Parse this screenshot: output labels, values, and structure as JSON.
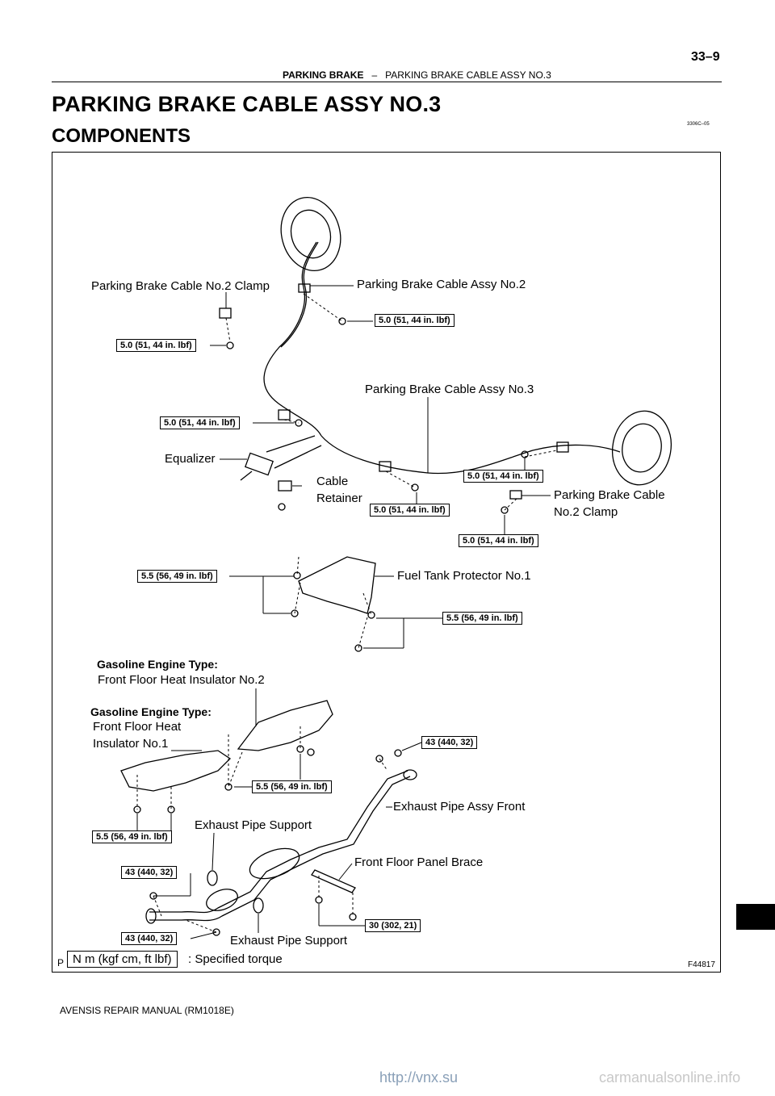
{
  "header": {
    "page_number": "33–9",
    "section": "PARKING BRAKE",
    "separator": "–",
    "subsection": "PARKING BRAKE CABLE ASSY NO.3"
  },
  "title": "PARKING BRAKE CABLE ASSY NO.3",
  "subtitle": "COMPONENTS",
  "doc_code": "3306C–05",
  "figure": {
    "labels": {
      "cable_no2_clamp_top": "Parking Brake Cable No.2 Clamp",
      "cable_assy_no2": "Parking Brake Cable Assy No.2",
      "cable_assy_no3": "Parking Brake Cable Assy No.3",
      "equalizer": "Equalizer",
      "cable_retainer_1": "Cable",
      "cable_retainer_2": "Retainer",
      "cable_no2_clamp_right_1": "Parking Brake Cable",
      "cable_no2_clamp_right_2": "No.2 Clamp",
      "fuel_tank_protector": "Fuel Tank Protector No.1",
      "gasoline_type_1": "Gasoline Engine Type:",
      "insulator_no2": "Front Floor Heat Insulator No.2",
      "gasoline_type_2": "Gasoline Engine Type:",
      "insulator_no1_1": "Front Floor Heat",
      "insulator_no1_2": "Insulator No.1",
      "exhaust_pipe_assy_front": "Exhaust Pipe Assy Front",
      "exhaust_pipe_support_1": "Exhaust Pipe Support",
      "front_floor_panel_brace": "Front Floor Panel Brace",
      "exhaust_pipe_support_2": "Exhaust Pipe Support"
    },
    "torques": {
      "t1": "5.0 (51, 44 in. lbf)",
      "t2": "5.0 (51, 44 in. lbf)",
      "t3": "5.0 (51, 44 in. lbf)",
      "t4": "5.0 (51, 44 in. lbf)",
      "t5": "5.0 (51, 44 in. lbf)",
      "t6": "5.0 (51, 44 in. lbf)",
      "t7": "5.5 (56, 49 in. lbf)",
      "t8": "5.5 (56, 49 in. lbf)",
      "t9": "43 (440, 32)",
      "t10": "5.5 (56, 49 in. lbf)",
      "t11": "5.5 (56, 49 in. lbf)",
      "t12": "43 (440, 32)",
      "t13": "30 (302, 21)",
      "t14": "43 (440, 32)"
    },
    "legend_prefix": "P",
    "legend_box": "N m (kgf cm, ft lbf)",
    "legend_text": ": Specified torque",
    "figure_id": "F44817"
  },
  "footer": "AVENSIS REPAIR MANUAL   (RM1018E)",
  "watermarks": {
    "left": "http://vnx.su",
    "right": "carmanualsonline.info"
  }
}
